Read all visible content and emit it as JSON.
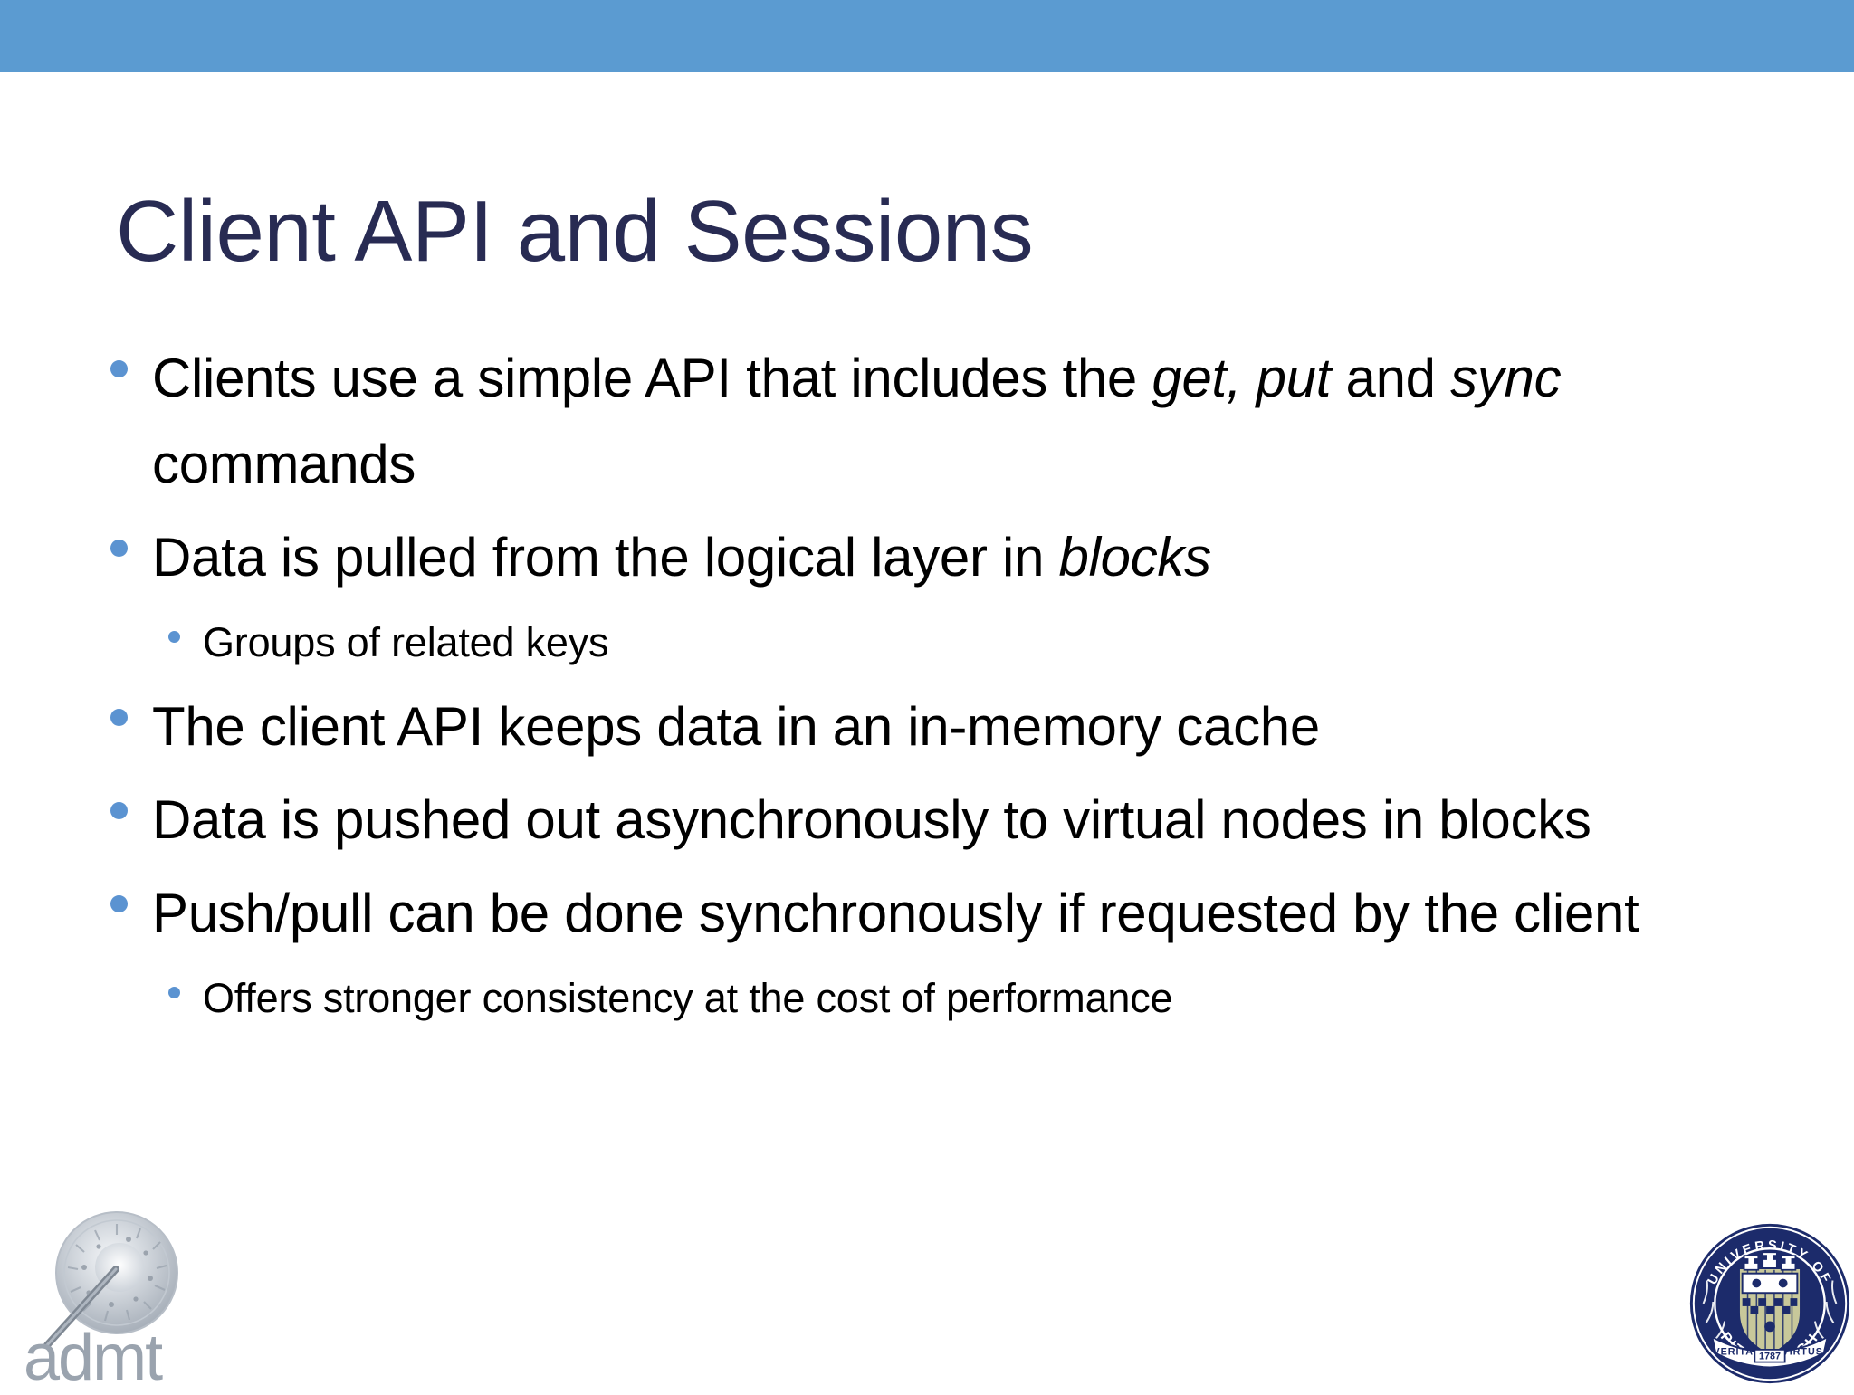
{
  "slide": {
    "title": "Client API and Sessions",
    "band_color": "#5B9BD1",
    "title_color": "#282B53",
    "bullet_color": "#5B93D1",
    "body_color": "#000000",
    "background_color": "#FFFFFF"
  },
  "bullets": [
    {
      "level": 1,
      "text": "Clients use a simple API that includes the get, put and sync commands",
      "runs": [
        {
          "t": "Clients use a simple API that includes the ",
          "style": "normal"
        },
        {
          "t": "get, put",
          "style": "italic"
        },
        {
          "t": " and ",
          "style": "normal"
        },
        {
          "t": "sync",
          "style": "italic"
        },
        {
          "t": " commands",
          "style": "normal"
        }
      ]
    },
    {
      "level": 1,
      "text": "Data is pulled from the logical layer in blocks",
      "runs": [
        {
          "t": "Data is pulled from the logical layer in ",
          "style": "normal"
        },
        {
          "t": "blocks",
          "style": "italic"
        }
      ]
    },
    {
      "level": 2,
      "text": "Groups of related keys",
      "runs": [
        {
          "t": "Groups of related keys",
          "style": "normal"
        }
      ]
    },
    {
      "level": 1,
      "text": "The client API keeps data in an in-memory cache",
      "runs": [
        {
          "t": "The client API keeps data in an in-memory cache",
          "style": "normal"
        }
      ]
    },
    {
      "level": 1,
      "text": "Data is pushed out asynchronously to virtual nodes in blocks",
      "runs": [
        {
          "t": "Data is pushed out asynchronously to virtual nodes in blocks",
          "style": "normal"
        }
      ]
    },
    {
      "level": 1,
      "text": "Push/pull can be done synchronously if requested by the client",
      "runs": [
        {
          "t": "Push/pull can be done synchronously if requested by the client",
          "style": "normal"
        }
      ]
    },
    {
      "level": 2,
      "text": "Offers stronger consistency at the cost of performance",
      "runs": [
        {
          "t": "Offers stronger consistency at the cost of performance",
          "style": "normal"
        }
      ]
    }
  ],
  "logos": {
    "admt": {
      "name": "admt-logo",
      "wordmark": "admt",
      "color": "#9AA3AE"
    },
    "pitt": {
      "name": "university-of-pittsburgh-seal",
      "top_text": "UNIVERSITY OF",
      "bottom_text": "PITTSBURGH",
      "motto_left": "VERITAS",
      "motto_right": "VIRTUS",
      "year": "1787",
      "color": "#1C2B6B",
      "shield_color": "#C8C89A"
    }
  }
}
